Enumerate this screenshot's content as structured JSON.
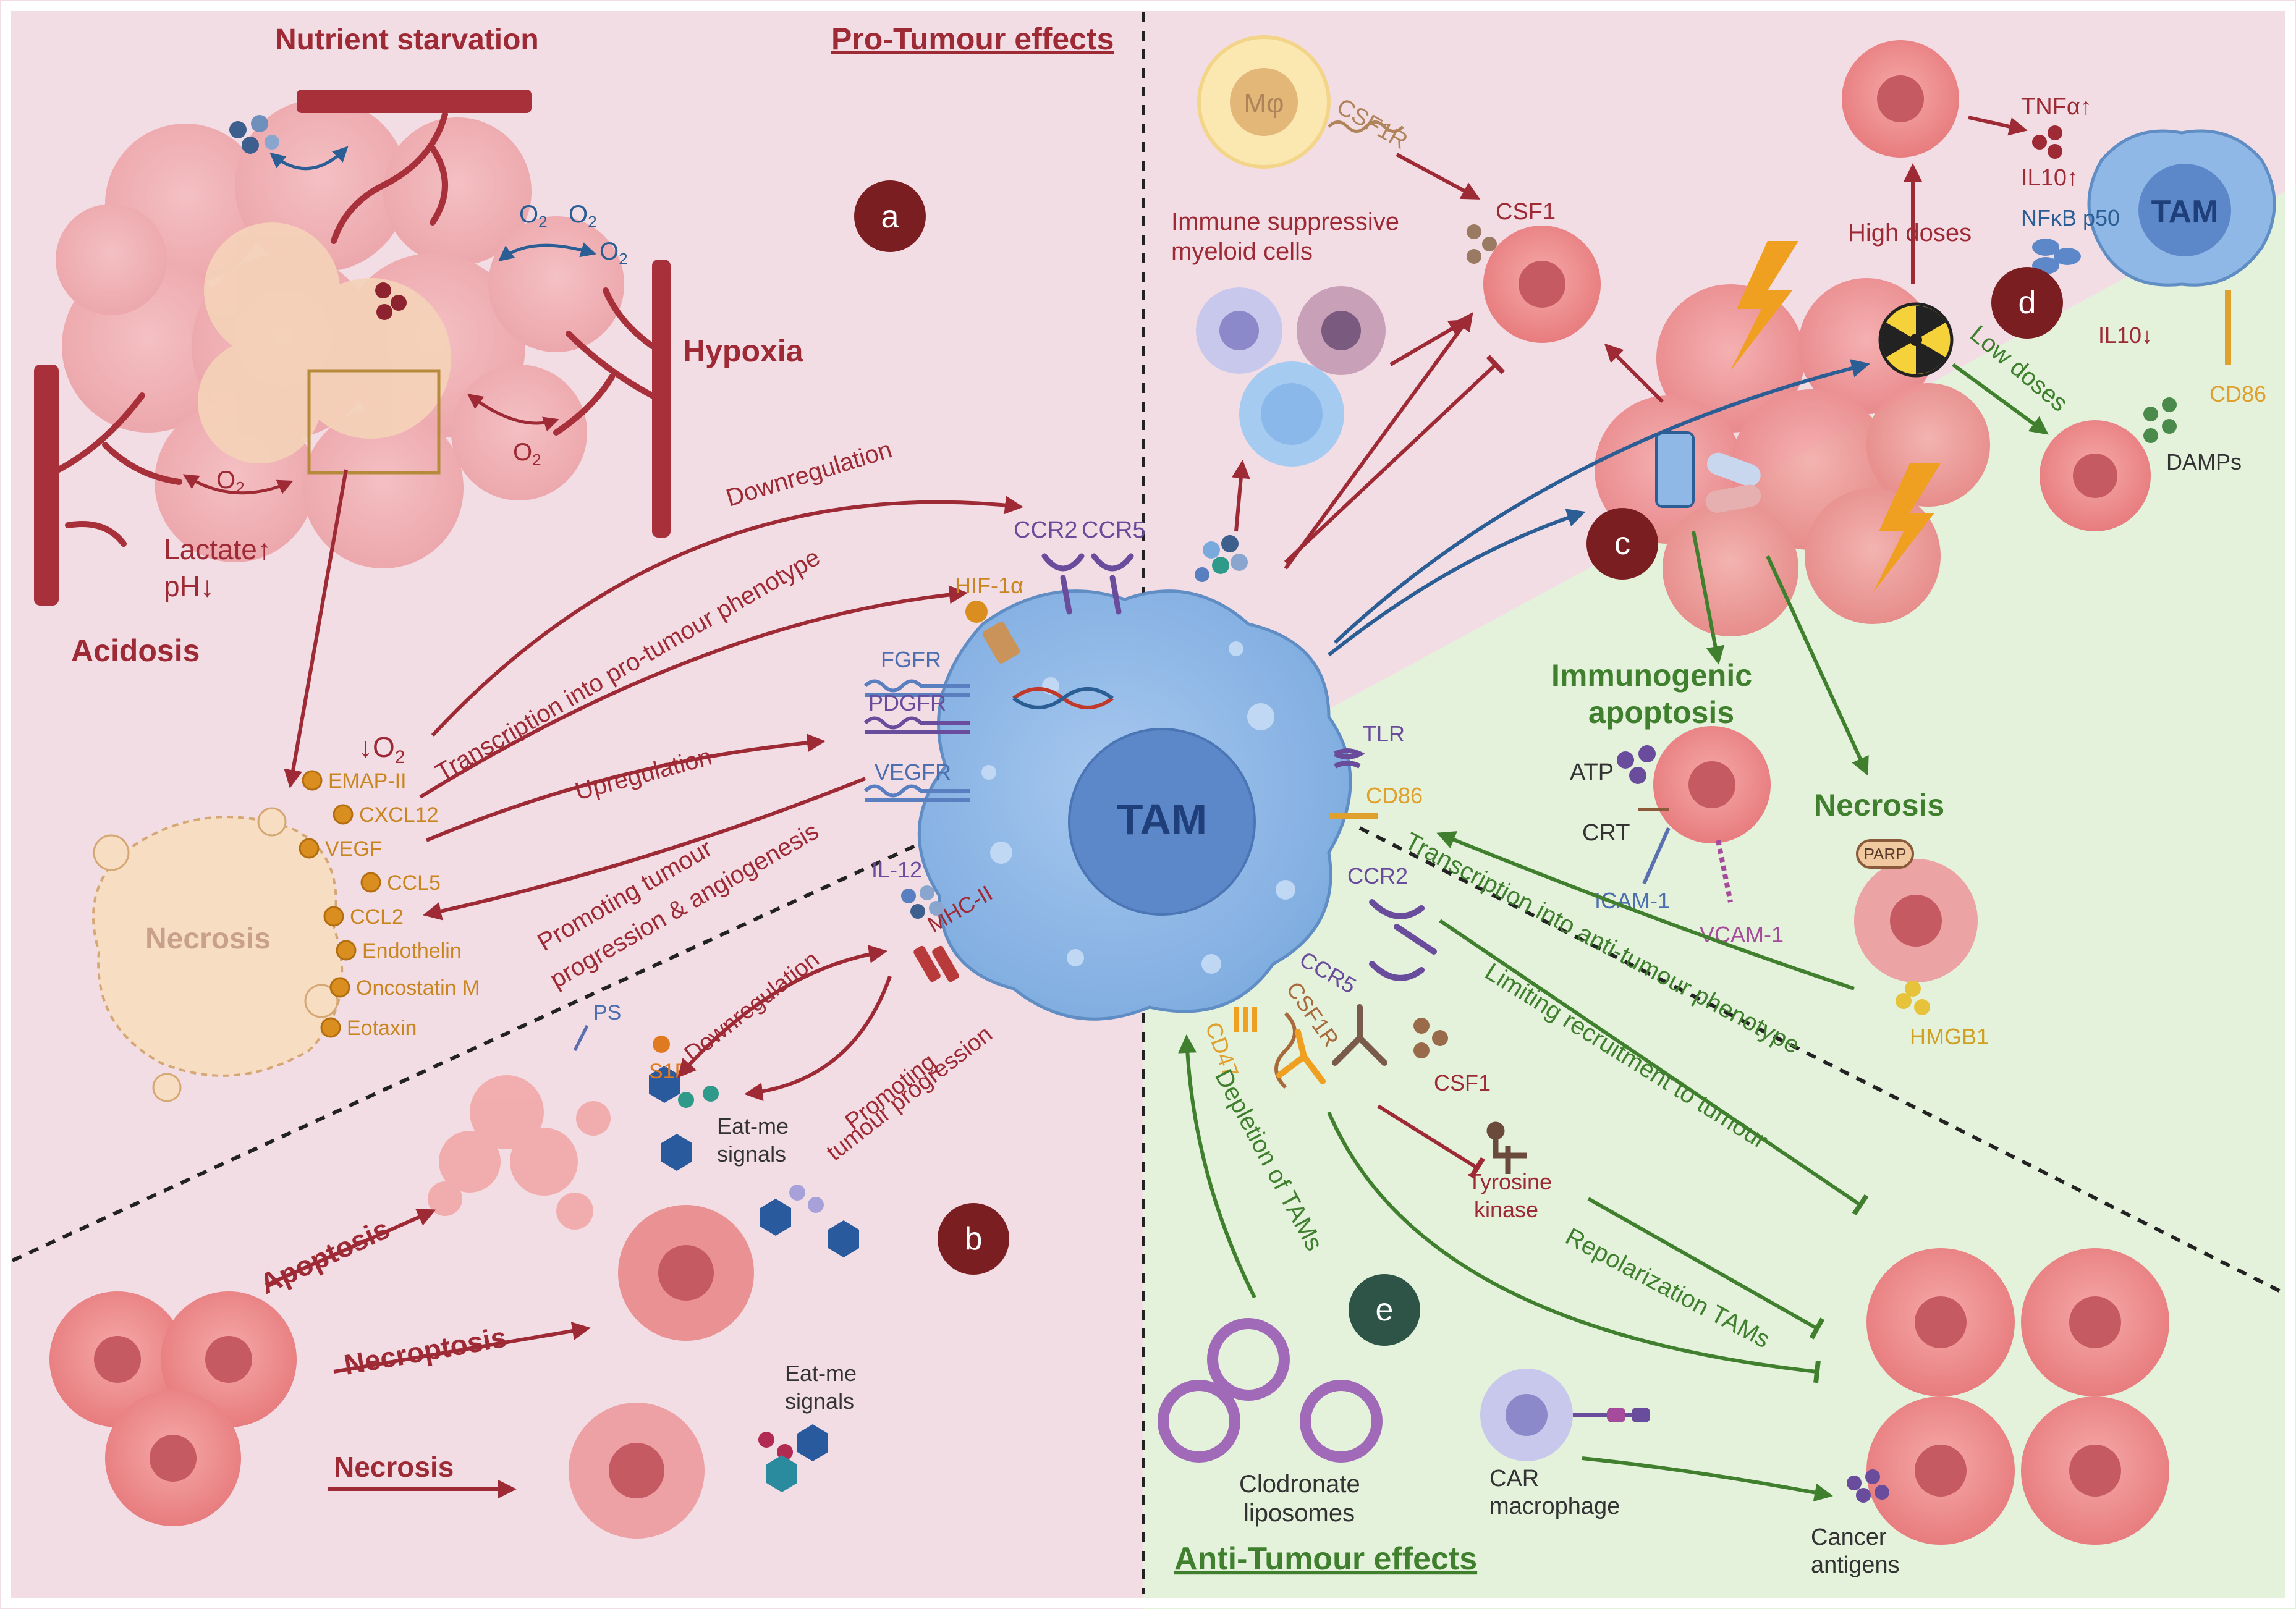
{
  "section_titles": {
    "pro": "Pro-Tumour effects",
    "anti": "Anti-Tumour effects"
  },
  "panel_badges": {
    "a": "a",
    "b": "b",
    "c": "c",
    "d": "d",
    "e": "e"
  },
  "panel_a": {
    "nutrient_starvation": "Nutrient starvation",
    "hypoxia": "Hypoxia",
    "acidosis": "Acidosis",
    "o2": "O",
    "o2_sub": "2",
    "lactate": "Lactate↑",
    "ph": "pH↓",
    "low_o2": "↓O",
    "necrosis": "Necrosis",
    "factors": [
      "EMAP-II",
      "CXCL12",
      "VEGF",
      "CCL5",
      "CCL2",
      "Endothelin",
      "Oncostatin M",
      "Eotaxin"
    ]
  },
  "pro_arrows": {
    "downregulation": "Downregulation",
    "transcription_pro": "Transcription into pro-tumour phenotype",
    "upregulation": "Upregulation",
    "promoting_line1": "Promoting tumour",
    "promoting_line2": "progression & angiogenesis"
  },
  "tam_center": {
    "label": "TAM",
    "ccr2": "CCR2",
    "ccr5": "CCR5",
    "hif": "HIF-1α",
    "fgfr": "FGFR",
    "pdgfr": "PDGFR",
    "vegfr": "VEGFR",
    "il12": "IL-12",
    "mhc": "MHC-II",
    "tlr": "TLR",
    "cd86": "CD86",
    "ccr2_low": "CCR2",
    "ccr5_low": "CCR5",
    "csf1r": "CSF1R",
    "cd47": "CD47",
    "csf1": "CSF1"
  },
  "panel_b": {
    "ps": "PS",
    "s1p": "S1P",
    "downregulation": "Downregulation",
    "promoting_line1": "Promoting",
    "promoting_line2": "tumour progression",
    "eatme_1": "Eat-me",
    "eatme_2": "signals",
    "apoptosis": "Apoptosis",
    "necroptosis": "Necroptosis",
    "necrosis": "Necrosis"
  },
  "top_mid": {
    "mphi": "Mφ",
    "csf1r": "CSF1R",
    "csf1": "CSF1",
    "immune_line1": "Immune suppressive",
    "immune_line2": "myeloid cells"
  },
  "panel_d": {
    "tnfa": "TNFα↑",
    "il10_up": "IL10↑",
    "high_doses": "High doses",
    "nfkb": "NFκB p50",
    "tam": "TAM",
    "il10_down": "IL10↓",
    "low_doses": "Low doses",
    "cd86": "CD86",
    "damps": "DAMPs"
  },
  "immunogenic": {
    "title_1": "Immunogenic",
    "title_2": "apoptosis",
    "atp": "ATP",
    "crt": "CRT",
    "icam": "ICAM-1",
    "vcam": "VCAM-1",
    "necrosis": "Necrosis",
    "parp": "PARP",
    "hmgb1": "HMGB1"
  },
  "anti_arrows": {
    "transcription_anti": "Transcription into anti-tumour phenotype",
    "limiting": "Limiting recruitment to tumour",
    "repolarization": "Repolarization TAMs",
    "depletion": "Depletion of TAMs",
    "tyrosine_1": "Tyrosine",
    "tyrosine_2": "kinase"
  },
  "panel_e": {
    "clodronate_1": "Clodronate",
    "clodronate_2": "liposomes",
    "car_1": "CAR",
    "car_2": "macrophage",
    "cancer_1": "Cancer",
    "cancer_2": "antigens"
  },
  "colors": {
    "pink_bg": "#f3dde5",
    "green_bg": "#e4f2dc",
    "dark_red": "#9d2a35",
    "green": "#3f7f2e",
    "tam_blue": "#8fb8e6",
    "badge": "#7a1e22",
    "badge_e": "#2d5446"
  }
}
